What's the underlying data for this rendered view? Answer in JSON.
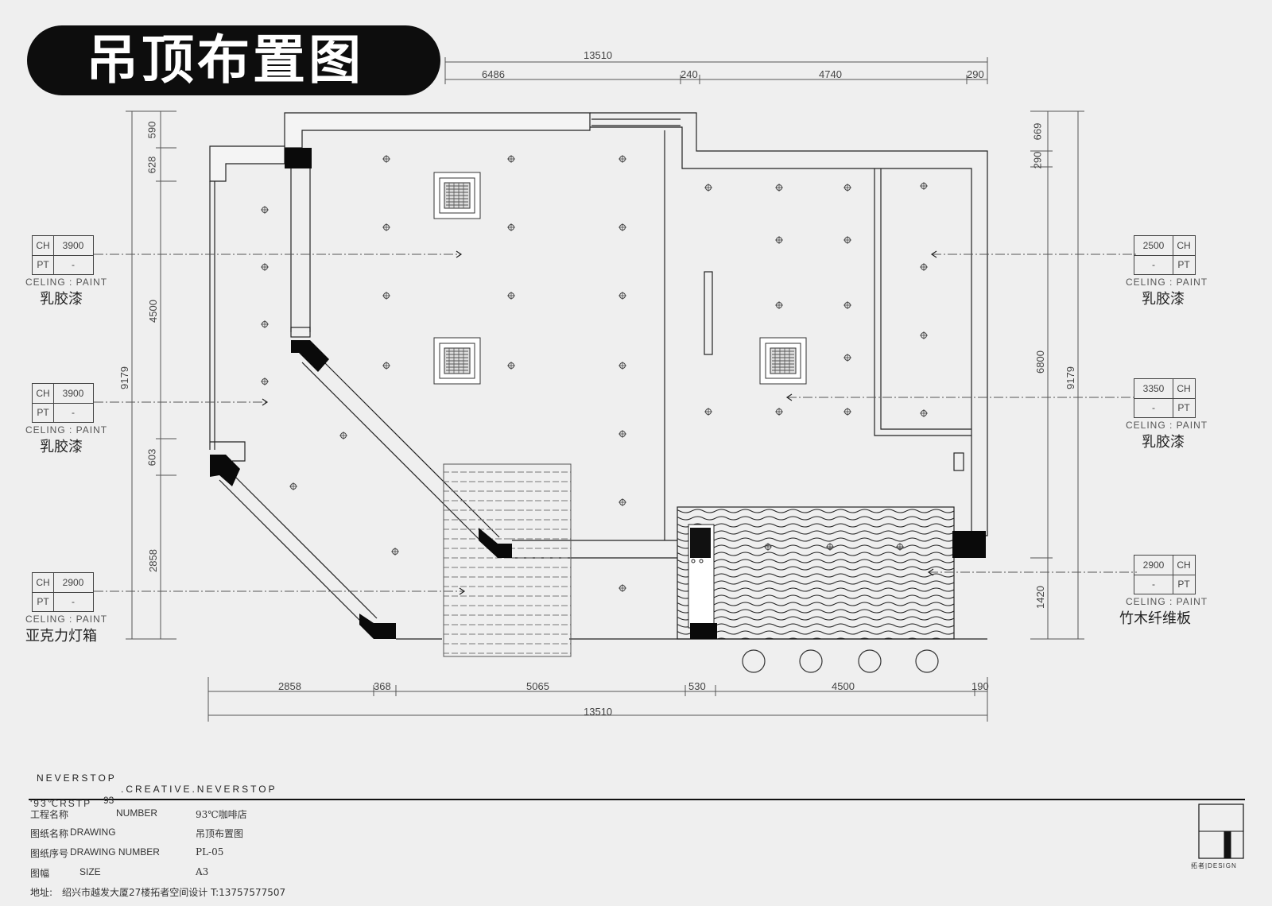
{
  "title": "吊顶布置图",
  "dims": {
    "top_total": "13510",
    "top_segments": [
      "6486",
      "240",
      "4740",
      "290"
    ],
    "bottom_segments": [
      "2858",
      "368",
      "5065",
      "530",
      "4500",
      "190"
    ],
    "bottom_total": "13510",
    "left_segments": [
      "590",
      "628",
      "4500",
      "603",
      "2858"
    ],
    "left_total": "9179",
    "right_segments": [
      "669",
      "290",
      "6800",
      "1420"
    ],
    "right_total": "9179"
  },
  "ceiling_tags": [
    {
      "ch": "3900",
      "pt": "-",
      "caption": "CELING : PAINT",
      "material": "乳胶漆"
    },
    {
      "ch": "3900",
      "pt": "-",
      "caption": "CELING : PAINT",
      "material": "乳胶漆"
    },
    {
      "ch": "2900",
      "pt": "-",
      "caption": "CELING : PAINT",
      "material": "亚克力灯箱"
    },
    {
      "ch": "2500",
      "pt": "-",
      "caption": "CELING : PAINT",
      "material": "乳胶漆"
    },
    {
      "ch": "3350",
      "pt": "-",
      "caption": "CELING : PAINT",
      "material": "乳胶漆"
    },
    {
      "ch": "2900",
      "pt": "-",
      "caption": "CELING : PAINT",
      "material": "竹木纤维板"
    }
  ],
  "tag_keys": {
    "ch": "CH",
    "pt": "PT"
  },
  "title_block": {
    "brand_top": "NEVERSTOP",
    "brand_line": ".CREATIVE.NEVERSTOP",
    "brand_small": "'93℃RSTP",
    "brand_num": "93",
    "rows": [
      {
        "cn": "工程名称",
        "en": "NUMBER",
        "value": "93℃咖啡店"
      },
      {
        "cn": "图纸名称",
        "en": "DRAWING",
        "value": "吊顶布置图"
      },
      {
        "cn": "图纸序号",
        "en": "DRAWING  NUMBER",
        "value": "PL-05"
      },
      {
        "cn": "图幅",
        "en": "SIZE",
        "value": "A3"
      }
    ],
    "address_label": "地址:",
    "address": "绍兴市越发大厦27楼拓者空间设计  T:13757577507",
    "logo_caption": "拓者|DESIGN"
  }
}
